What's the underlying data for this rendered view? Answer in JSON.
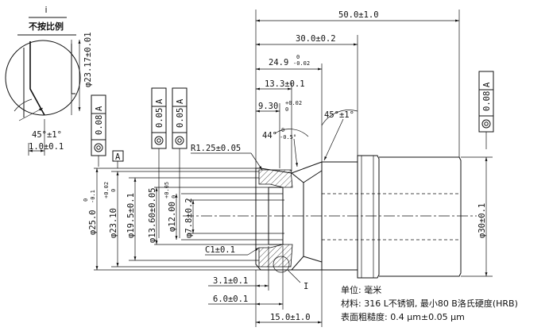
{
  "dims": {
    "len_total": "50.0±1.0",
    "len_30": "30.0±0.2",
    "len_249_base": "24.9",
    "len_249_upper": "0",
    "len_249_lower": "-0.02",
    "len_133": "13.3±0.1",
    "len_93_base": "9.30",
    "len_93_upper": "+0.02",
    "len_93_lower": "0",
    "ang_45": "45°±1°",
    "ang_44_base": "44°",
    "ang_44_upper": "0",
    "ang_44_lower": "-0.5°",
    "radius": "R1.25±0.05",
    "chamfer": "C1±0.1",
    "len_31": "3.1±0.1",
    "len_60": "6.0±0.1",
    "len_150": "15.0±1.0",
    "dia_250_base": "φ25.0",
    "dia_250_upper": "0",
    "dia_250_lower": "-0.1",
    "dia_2310_base": "φ23.10",
    "dia_2310_upper": "+0.02",
    "dia_2310_lower": "0",
    "dia_195": "φ19.5±0.1",
    "dia_136": "φ13.60±0.05",
    "dia_120_base": "φ12.00",
    "dia_120_upper": "+0.05",
    "dia_120_lower": "0",
    "dia_78": "φ7.8±0.2",
    "dia_30": "φ30±0.1",
    "detail_dia": "φ23.17±0.01",
    "detail_ang": "45°±1°",
    "detail_len": "1.0±0.1"
  },
  "detail": {
    "label": "i",
    "scale_note": "不按比例"
  },
  "tolerance_frames": [
    {
      "value": "0.08",
      "datum": "A"
    },
    {
      "value": "0.05",
      "datum": "A"
    },
    {
      "value": "0.05",
      "datum": "A"
    },
    {
      "value": "0.08",
      "datum": "A"
    }
  ],
  "datum_label": "A",
  "section_label": "I",
  "notes": {
    "unit": "单位: 毫米",
    "material": "材料: 316 L不锈钢, 最小80 B洛氏硬度(HRB)",
    "roughness": "表面粗糙度: 0.4 μm±0.05 μm"
  }
}
